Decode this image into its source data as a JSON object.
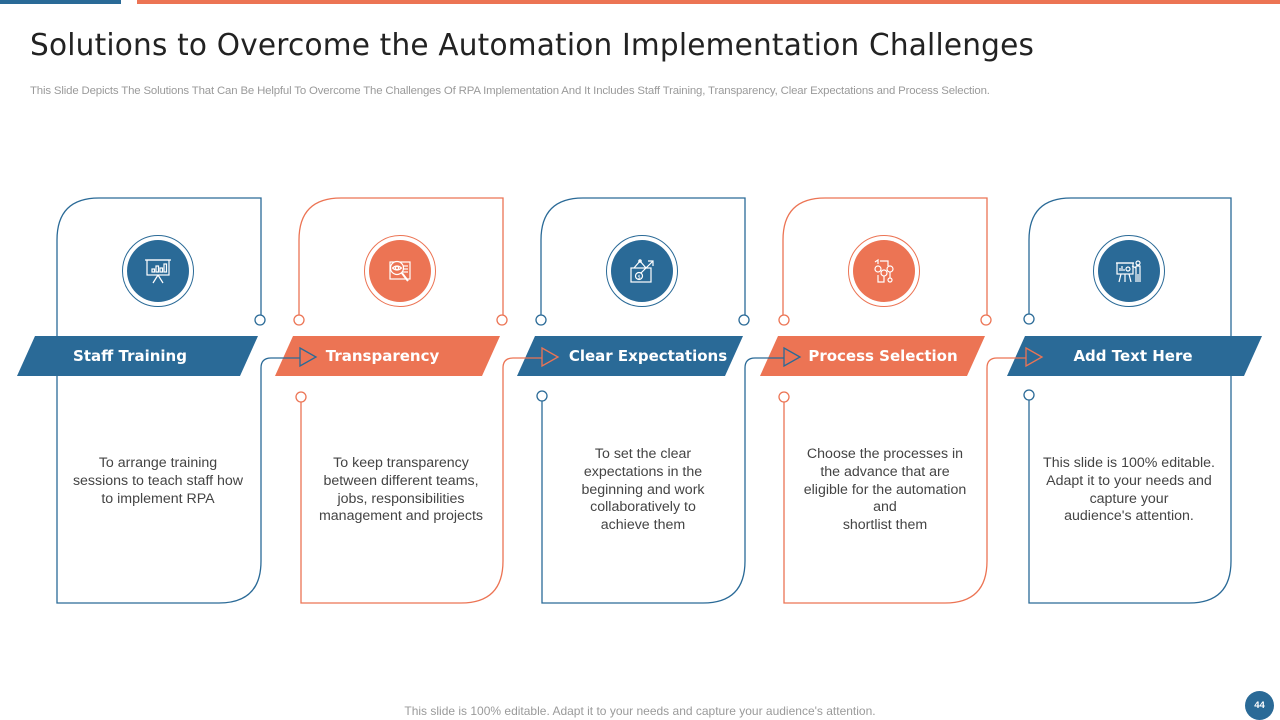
{
  "slide": {
    "title": "Solutions to Overcome the Automation Implementation Challenges",
    "subtitle": "This Slide Depicts The Solutions That Can Be Helpful To Overcome The Challenges Of RPA Implementation And It Includes Staff Training, Transparency, Clear Expectations and Process Selection.",
    "footer": "This slide is 100% editable. Adapt it to your needs and capture your audience's attention.",
    "page_number": "44"
  },
  "colors": {
    "blue": "#2a6a97",
    "orange": "#ec7454",
    "text": "#444444",
    "muted": "#9a9a9a"
  },
  "steps": [
    {
      "label": "Staff Training",
      "icon": "presentation-board-chart-icon",
      "color": "blue",
      "description": "To arrange training\nsessions to teach staff how\nto implement RPA"
    },
    {
      "label": "Transparency",
      "icon": "magnifier-eye-document-icon",
      "color": "orange",
      "description": "To keep transparency\nbetween different teams,\njobs, responsibilities\nmanagement and projects"
    },
    {
      "label": "Clear Expectations",
      "icon": "money-growth-board-icon",
      "color": "blue",
      "description": "To set the clear\nexpectations in the\nbeginning and work\ncollaboratively to\nachieve them"
    },
    {
      "label": "Process Selection",
      "icon": "gears-process-flow-icon",
      "color": "orange",
      "description": "Choose the processes in\nthe advance that are\neligible for the automation\nand\nshortlist them"
    },
    {
      "label": "Add Text Here",
      "icon": "presenter-board-icon",
      "color": "blue",
      "description": "This slide is 100% editable.\nAdapt it to your needs and\ncapture your\naudience's attention."
    }
  ]
}
